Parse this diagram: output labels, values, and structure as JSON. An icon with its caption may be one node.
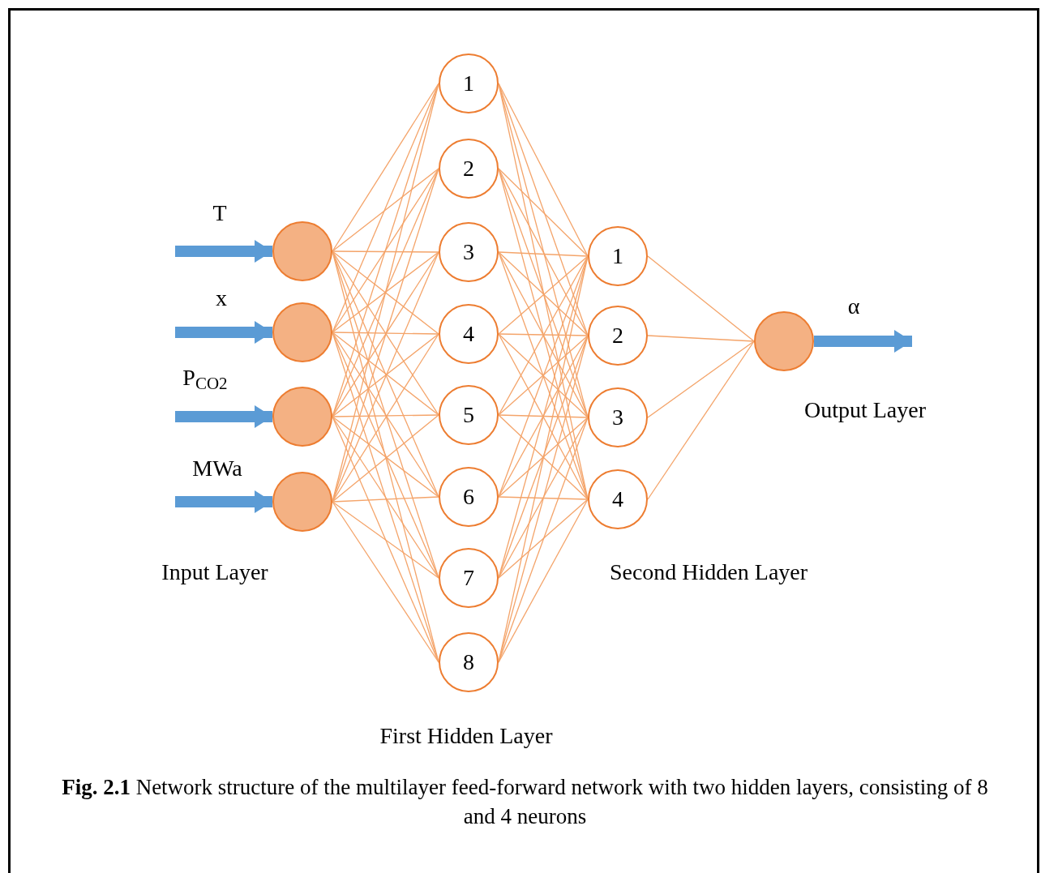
{
  "diagram": {
    "caption": "**Fig. 2.1** Network structure of the multilayer feed-forward network with two hidden layers, consisting of 8 and 4 neurons",
    "nodes": [
      {
        "text": [],
        "shape": "circle",
        "beside": [
          "T"
        ]
      },
      {
        "text": [],
        "shape": "circle",
        "beside": [
          "x"
        ]
      },
      {
        "text": [],
        "shape": "circle",
        "beside": [
          "P$_{CO2}$"
        ]
      },
      {
        "text": [],
        "shape": "circle",
        "beside": [
          "MWa"
        ]
      },
      {
        "text": [
          "1"
        ]
      },
      {
        "text": [
          "2"
        ]
      },
      {
        "text": [
          "3"
        ]
      },
      {
        "text": [
          "4"
        ]
      },
      {
        "text": [
          "5"
        ]
      },
      {
        "text": [
          "6"
        ]
      },
      {
        "text": [
          "7"
        ]
      },
      {
        "text": [
          "8"
        ]
      },
      {
        "text": [
          "1"
        ]
      },
      {
        "text": [
          "2"
        ]
      },
      {
        "text": [
          "3"
        ]
      },
      {
        "text": [
          "4"
        ]
      },
      {
        "text": [],
        "shape": "circle",
        "beside": [
          "α"
        ]
      }
    ],
    "edges": [
      {
        "from": null,
        "to": 0,
        "arrow": "to",
        "style": "thick",
        "color": "#5b9bd5"
      },
      {
        "from": null,
        "to": 1,
        "arrow": "to",
        "style": "thick",
        "color": "#5b9bd5"
      },
      {
        "from": null,
        "to": 2,
        "arrow": "to",
        "style": "thick",
        "color": "#5b9bd5"
      },
      {
        "from": null,
        "to": 3,
        "arrow": "to",
        "style": "thick",
        "color": "#5b9bd5"
      },
      {
        "from": 0,
        "to": 4,
        "arrow": "none"
      },
      {
        "from": 0,
        "to": 5,
        "arrow": "none"
      },
      {
        "from": 0,
        "to": 6,
        "arrow": "none"
      },
      {
        "from": 0,
        "to": 7,
        "arrow": "none"
      },
      {
        "from": 0,
        "to": 8,
        "arrow": "none"
      },
      {
        "from": 0,
        "to": 9,
        "arrow": "none"
      },
      {
        "from": 0,
        "to": 10,
        "arrow": "none"
      },
      {
        "from": 0,
        "to": 11,
        "arrow": "none"
      },
      {
        "from": 1,
        "to": 4,
        "arrow": "none"
      },
      {
        "from": 1,
        "to": 5,
        "arrow": "none"
      },
      {
        "from": 1,
        "to": 6,
        "arrow": "none"
      },
      {
        "from": 1,
        "to": 7,
        "arrow": "none"
      },
      {
        "from": 1,
        "to": 8,
        "arrow": "none"
      },
      {
        "from": 1,
        "to": 9,
        "arrow": "none"
      },
      {
        "from": 1,
        "to": 10,
        "arrow": "none"
      },
      {
        "from": 1,
        "to": 11,
        "arrow": "none"
      },
      {
        "from": 2,
        "to": 4,
        "arrow": "none"
      },
      {
        "from": 2,
        "to": 5,
        "arrow": "none"
      },
      {
        "from": 2,
        "to": 6,
        "arrow": "none"
      },
      {
        "from": 2,
        "to": 7,
        "arrow": "none"
      },
      {
        "from": 2,
        "to": 8,
        "arrow": "none"
      },
      {
        "from": 2,
        "to": 9,
        "arrow": "none"
      },
      {
        "from": 2,
        "to": 10,
        "arrow": "none"
      },
      {
        "from": 2,
        "to": 11,
        "arrow": "none"
      },
      {
        "from": 3,
        "to": 4,
        "arrow": "none"
      },
      {
        "from": 3,
        "to": 5,
        "arrow": "none"
      },
      {
        "from": 3,
        "to": 6,
        "arrow": "none"
      },
      {
        "from": 3,
        "to": 7,
        "arrow": "none"
      },
      {
        "from": 3,
        "to": 8,
        "arrow": "none"
      },
      {
        "from": 3,
        "to": 9,
        "arrow": "none"
      },
      {
        "from": 3,
        "to": 10,
        "arrow": "none"
      },
      {
        "from": 3,
        "to": 11,
        "arrow": "none"
      },
      {
        "from": 4,
        "to": 12,
        "arrow": "none"
      },
      {
        "from": 4,
        "to": 13,
        "arrow": "none"
      },
      {
        "from": 4,
        "to": 14,
        "arrow": "none"
      },
      {
        "from": 4,
        "to": 15,
        "arrow": "none"
      },
      {
        "from": 5,
        "to": 12,
        "arrow": "none"
      },
      {
        "from": 5,
        "to": 13,
        "arrow": "none"
      },
      {
        "from": 5,
        "to": 14,
        "arrow": "none"
      },
      {
        "from": 5,
        "to": 15,
        "arrow": "none"
      },
      {
        "from": 6,
        "to": 12,
        "arrow": "none"
      },
      {
        "from": 6,
        "to": 13,
        "arrow": "none"
      },
      {
        "from": 6,
        "to": 14,
        "arrow": "none"
      },
      {
        "from": 6,
        "to": 15,
        "arrow": "none"
      },
      {
        "from": 7,
        "to": 12,
        "arrow": "none"
      },
      {
        "from": 7,
        "to": 13,
        "arrow": "none"
      },
      {
        "from": 7,
        "to": 14,
        "arrow": "none"
      },
      {
        "from": 7,
        "to": 15,
        "arrow": "none"
      },
      {
        "from": 8,
        "to": 12,
        "arrow": "none"
      },
      {
        "from": 8,
        "to": 13,
        "arrow": "none"
      },
      {
        "from": 8,
        "to": 14,
        "arrow": "none"
      },
      {
        "from": 8,
        "to": 15,
        "arrow": "none"
      },
      {
        "from": 9,
        "to": 12,
        "arrow": "none"
      },
      {
        "from": 9,
        "to": 13,
        "arrow": "none"
      },
      {
        "from": 9,
        "to": 14,
        "arrow": "none"
      },
      {
        "from": 9,
        "to": 15,
        "arrow": "none"
      },
      {
        "from": 10,
        "to": 12,
        "arrow": "none"
      },
      {
        "from": 10,
        "to": 13,
        "arrow": "none"
      },
      {
        "from": 10,
        "to": 14,
        "arrow": "none"
      },
      {
        "from": 10,
        "to": 15,
        "arrow": "none"
      },
      {
        "from": 11,
        "to": 12,
        "arrow": "none"
      },
      {
        "from": 11,
        "to": 13,
        "arrow": "none"
      },
      {
        "from": 11,
        "to": 14,
        "arrow": "none"
      },
      {
        "from": 11,
        "to": 15,
        "arrow": "none"
      },
      {
        "from": 12,
        "to": 16,
        "arrow": "none"
      },
      {
        "from": 13,
        "to": 16,
        "arrow": "none"
      },
      {
        "from": 14,
        "to": 16,
        "arrow": "none"
      },
      {
        "from": 15,
        "to": 16,
        "arrow": "none"
      },
      {
        "from": 16,
        "to": null,
        "arrow": "to",
        "style": "thick",
        "color": "#5b9bd5"
      }
    ],
    "labels": [
      "Input Layer",
      "Second Hidden Layer",
      "Output Layer",
      "First Hidden Layer"
    ]
  }
}
